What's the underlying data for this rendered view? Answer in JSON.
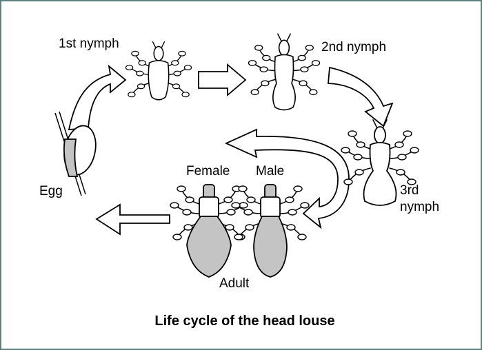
{
  "diagram": {
    "caption": "Life cycle of the head louse",
    "stages": {
      "egg": "Egg",
      "nymph1": "1st nymph",
      "nymph2": "2nd nymph",
      "nymph3_line1": "3rd",
      "nymph3_line2": "nymph",
      "female": "Female",
      "male": "Male",
      "adult": "Adult"
    },
    "colors": {
      "border": "#5f8080",
      "adult_fill": "#c4c4c4",
      "egg_fill": "#c4c4c4",
      "outline": "#000000"
    }
  }
}
